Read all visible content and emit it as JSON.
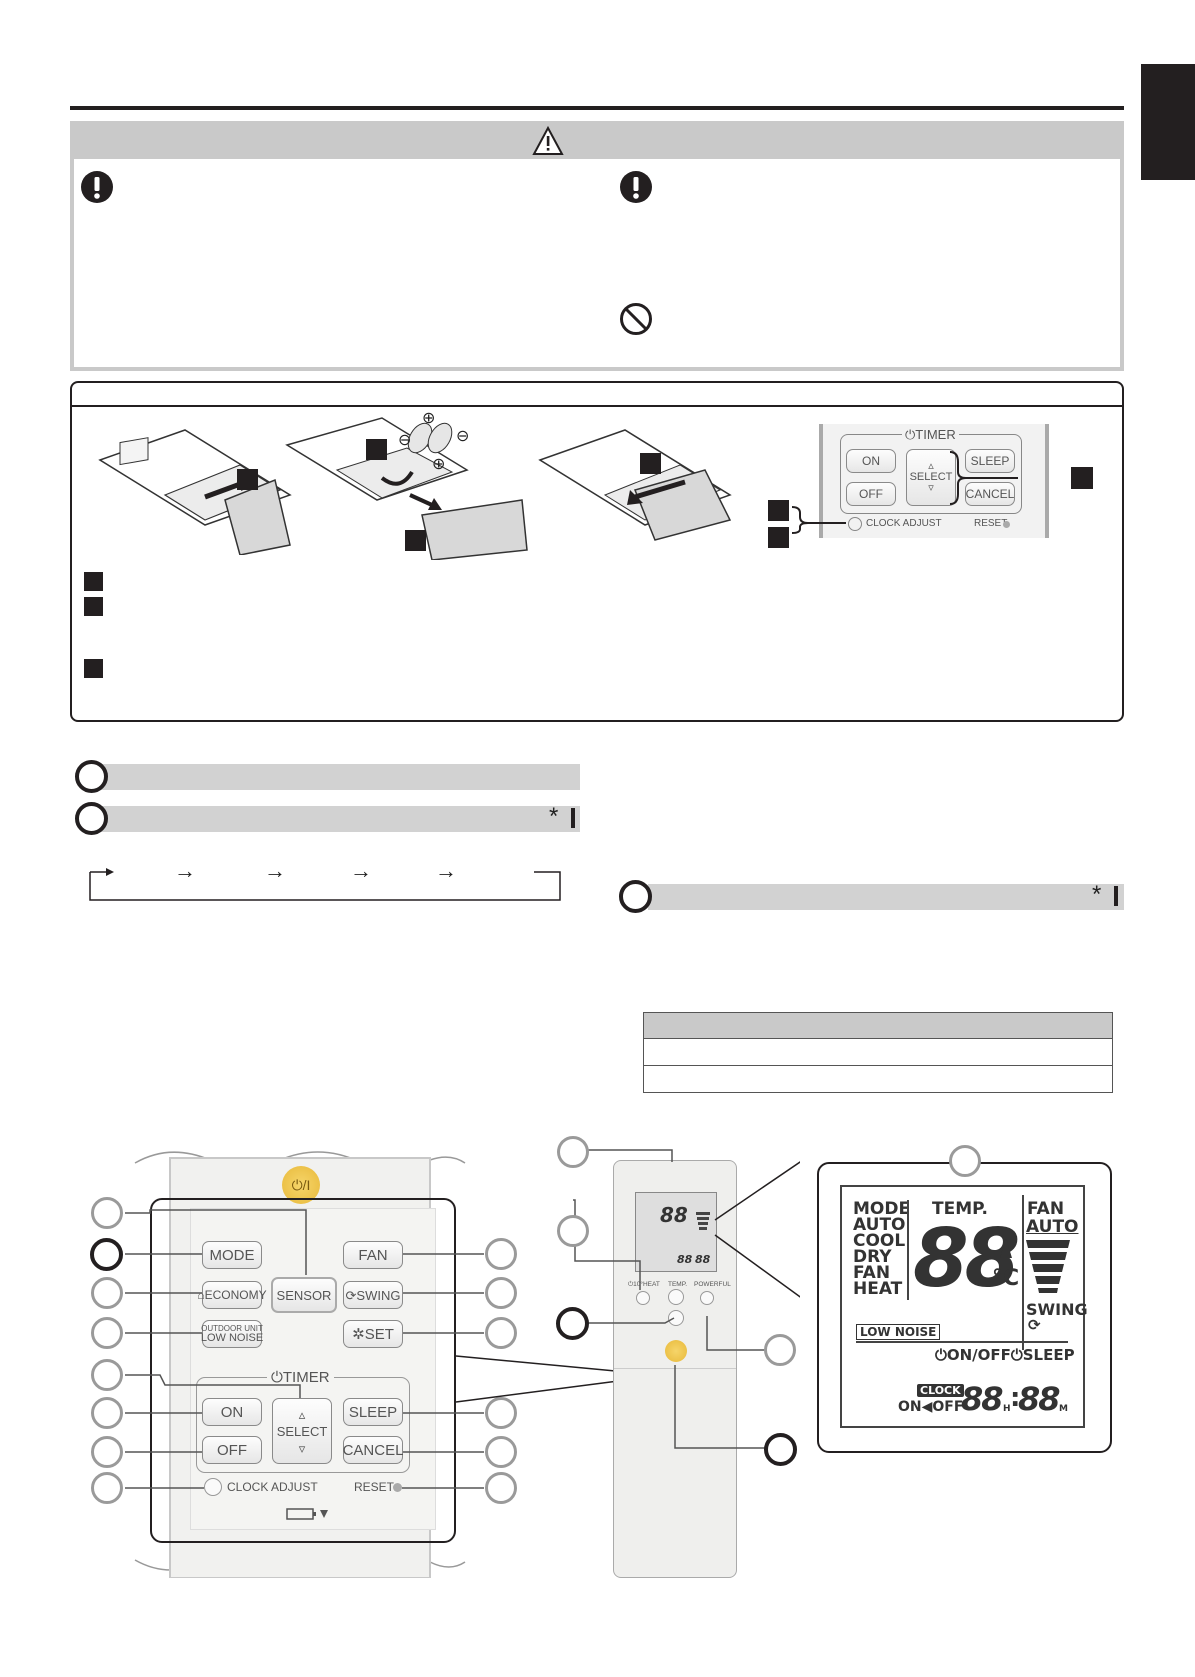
{
  "warning": {
    "icon": "caution-triangle-icon"
  },
  "battery_figure": {
    "remote_buttons": {
      "on": "ON",
      "off": "OFF",
      "select": "SELECT",
      "sleep": "SLEEP",
      "cancel": "CANCEL"
    },
    "timer_label": "⏻TIMER",
    "clock_adjust": "CLOCK ADJUST",
    "reset": "RESET",
    "polarity_plus": "⊕",
    "polarity_minus": "⊖"
  },
  "markers": {
    "asterisk": "*"
  },
  "mode_flow": {
    "arrow": "→"
  },
  "remote": {
    "power": "⏻/I",
    "buttons": {
      "mode": "MODE",
      "fan": "FAN",
      "economy": "⌂ECONOMY",
      "sensor": "SENSOR",
      "swing": "⟳SWING",
      "outdoor_line1": "OUTDOOR UNIT",
      "outdoor_line2": "LOW NOISE",
      "set": "✲SET",
      "timer": "⏻TIMER",
      "on": "ON",
      "select": "SELECT",
      "sleep": "SLEEP",
      "off": "OFF",
      "cancel": "CANCEL",
      "clock_adjust": "CLOCK ADJUST",
      "reset": "RESET"
    },
    "small_labels": {
      "heat": "⏻10°HEAT",
      "temp": "TEMP.",
      "powerful": "POWERFUL"
    }
  },
  "lcd": {
    "modes": [
      "MODE",
      "AUTO",
      "COOL",
      "DRY",
      "FAN",
      "HEAT"
    ],
    "temp_label": "TEMP.",
    "temp_digits": "88",
    "unit": "°C",
    "fan_label": "FAN",
    "fan_auto": "AUTO",
    "swing_label": "SWING",
    "low_noise": "LOW NOISE",
    "timer_modes": "⏻ON/OFF⏻SLEEP",
    "clock_badge": "CLOCK",
    "on_off": "ON◀OFF",
    "time_hours": "88",
    "time_h": "H",
    "time_minutes": "88",
    "time_m": "M"
  }
}
